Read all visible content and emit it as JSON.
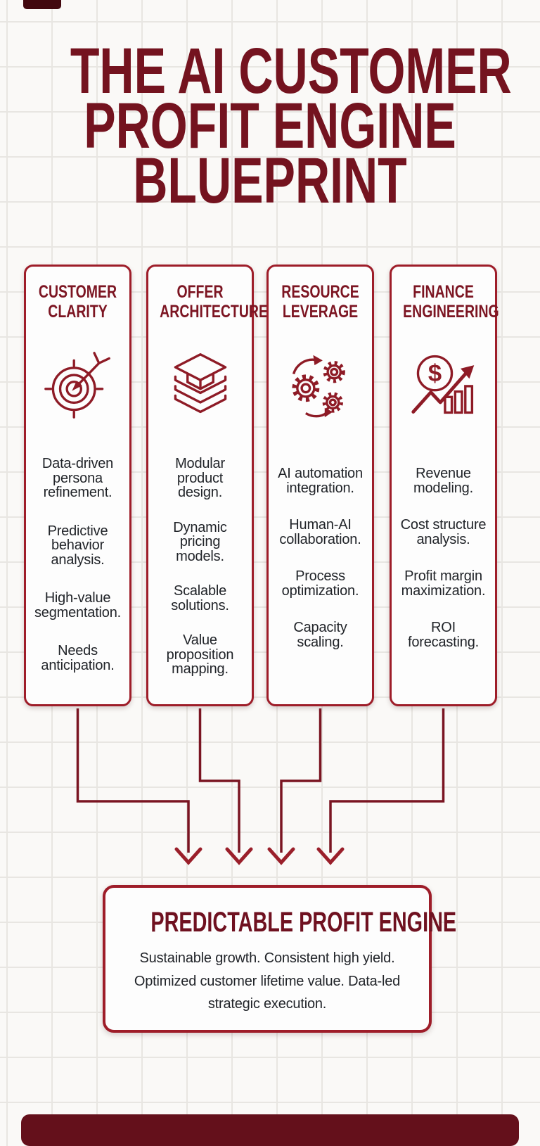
{
  "colors": {
    "background": "#faf9f7",
    "grid_line": "#e8e6e2",
    "title_maroon": "#74131f",
    "card_border_red": "#9e1d29",
    "icon_stroke_red": "#8e1b26",
    "connector_red": "#7a1522",
    "body_text": "#212429"
  },
  "title": {
    "lines": [
      "THE AI CUSTOMER",
      "PROFIT ENGINE",
      "BLUEPRINT"
    ]
  },
  "columns": [
    {
      "title_lines": [
        "CUSTOMER",
        "CLARITY"
      ],
      "icon": "target-arrow-icon",
      "items": [
        "Data-driven persona refinement.",
        "Predictive behavior analysis.",
        "High-value segmentation.",
        "Needs anticipation."
      ]
    },
    {
      "title_lines": [
        "OFFER",
        "ARCHITECTURE"
      ],
      "icon": "stacked-layers-icon",
      "items": [
        "Modular product design.",
        "Dynamic pricing models.",
        "Scalable solutions.",
        "Value proposition mapping."
      ]
    },
    {
      "title_lines": [
        "RESOURCE",
        "LEVERAGE"
      ],
      "icon": "gears-automation-icon",
      "items": [
        "AI automation integration.",
        "Human-AI collaboration.",
        "Process optimization.",
        "Capacity scaling."
      ]
    },
    {
      "title_lines": [
        "FINANCE",
        "ENGINEERING"
      ],
      "icon": "dollar-growth-chart-icon",
      "items": [
        "Revenue modeling.",
        "Cost structure analysis.",
        "Profit margin maximization.",
        "ROI forecasting."
      ]
    }
  ],
  "result_box": {
    "title": "PREDICTABLE PROFIT ENGINE",
    "body_lines": [
      "Sustainable growth. Consistent high yield.",
      "Optimized customer lifetime value. Data-led",
      "strategic execution."
    ]
  }
}
